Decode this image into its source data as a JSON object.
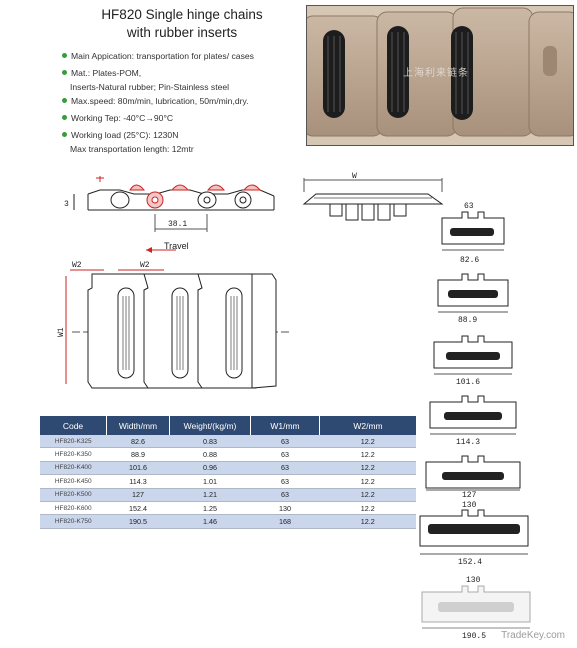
{
  "header": {
    "title_line1": "HF820 Single hinge chains",
    "title_line2": "with rubber inserts"
  },
  "specs": [
    "Main Appication: transportation for plates/ cases",
    "Mat.: Plates-POM,",
    "Inserts-Natural rubber;  Pin-Stainless steel",
    "Max.speed: 80m/min, lubrication, 50m/min,dry.",
    "Working Tep: -40°C→90°C",
    "Working load (25°C):  1230N",
    "Max transportation length: 12mtr"
  ],
  "photo": {
    "caption": "上海利来链条"
  },
  "drawing": {
    "pitch_label": "38.1",
    "height_label": "3",
    "width_label": "W",
    "travel_label": "Travel",
    "w1_label": "W1",
    "w2_label": "W2"
  },
  "variants": [
    {
      "width": "82.6"
    },
    {
      "width": "88.9"
    },
    {
      "width": "101.6"
    },
    {
      "width": "114.3"
    },
    {
      "width": "127"
    },
    {
      "top": "130",
      "width": "152.4"
    },
    {
      "top": "130",
      "width": "190.5"
    }
  ],
  "variant_top_first": "63",
  "table": {
    "headers": [
      "Code",
      "Width/mm",
      "Weight/(kg/m)",
      "W1/mm",
      "W2/mm"
    ],
    "rows": [
      [
        "HF820-K325",
        "82.6",
        "0.83",
        "63",
        "12.2"
      ],
      [
        "HF820-K350",
        "88.9",
        "0.88",
        "63",
        "12.2"
      ],
      [
        "HF820-K400",
        "101.6",
        "0.96",
        "63",
        "12.2"
      ],
      [
        "HF820-K450",
        "114.3",
        "1.01",
        "63",
        "12.2"
      ],
      [
        "HF820-K500",
        "127",
        "1.21",
        "63",
        "12.2"
      ],
      [
        "HF820-K600",
        "152.4",
        "1.25",
        "130",
        "12.2"
      ],
      [
        "HF820-K750",
        "190.5",
        "1.46",
        "168",
        "12.2"
      ]
    ]
  },
  "watermark": "TradeKey.com"
}
